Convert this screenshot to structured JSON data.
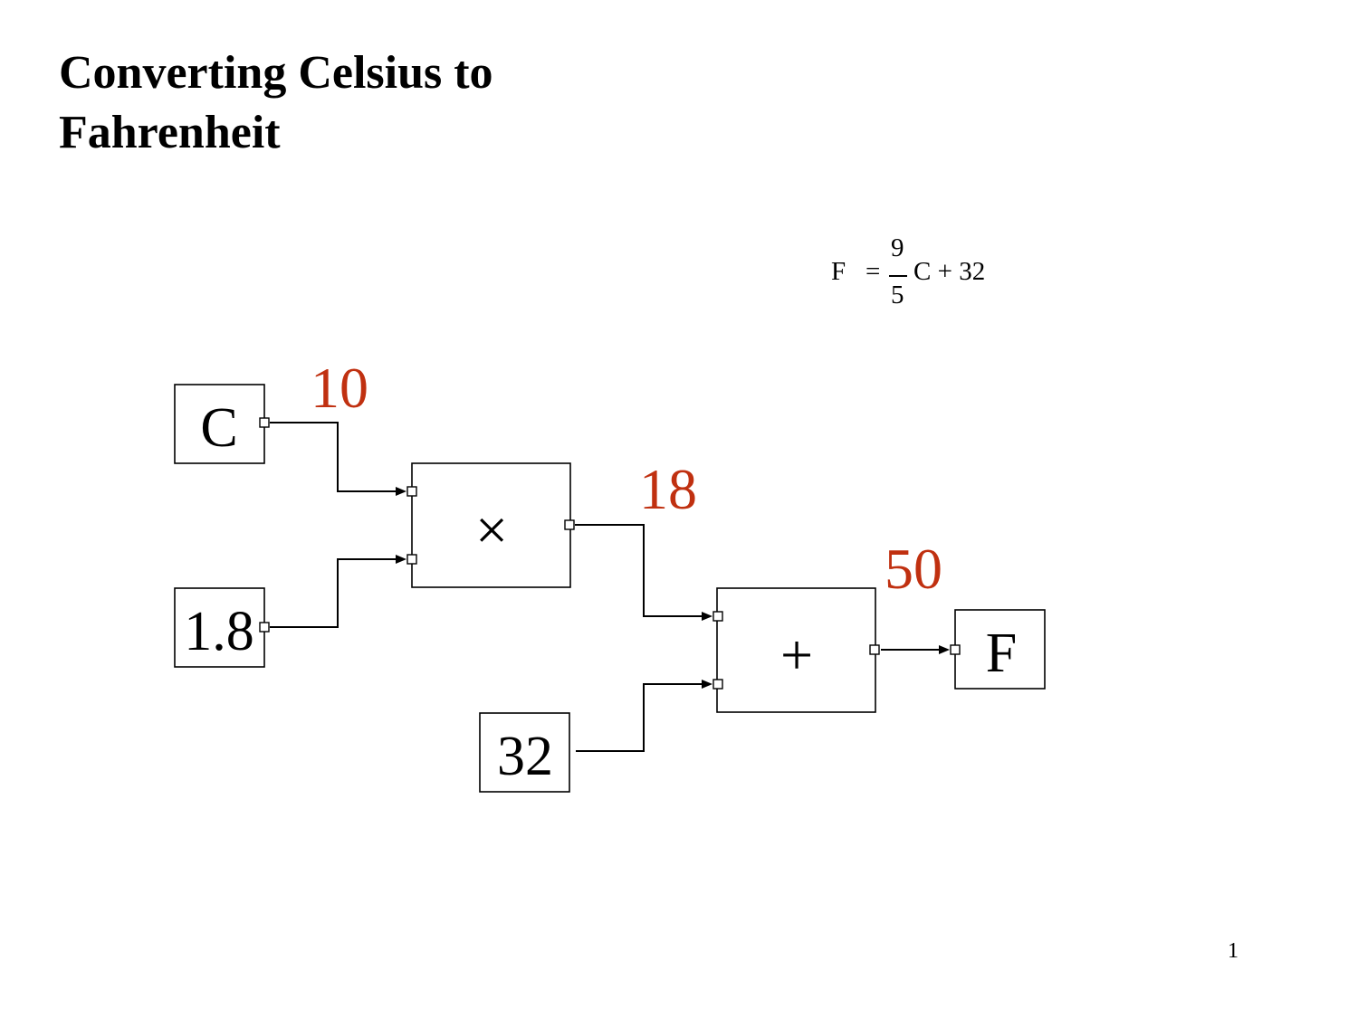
{
  "slide": {
    "title": "Converting Celsius to Fahrenheit",
    "page_number": "1"
  },
  "formula": {
    "lhs": "F",
    "equals": "=",
    "numerator": "9",
    "denominator": "5",
    "rhs": "C + 32"
  },
  "diagram": {
    "blocks": {
      "input_c": "C",
      "const_factor": "1.8",
      "const_offset": "32",
      "multiply_op": "×",
      "add_op": "+",
      "output_f": "F"
    },
    "signal_values": {
      "c_value": "10",
      "product_value": "18",
      "sum_value": "50"
    },
    "colors": {
      "signal_value": "#c03010",
      "block_border": "#000000"
    }
  }
}
